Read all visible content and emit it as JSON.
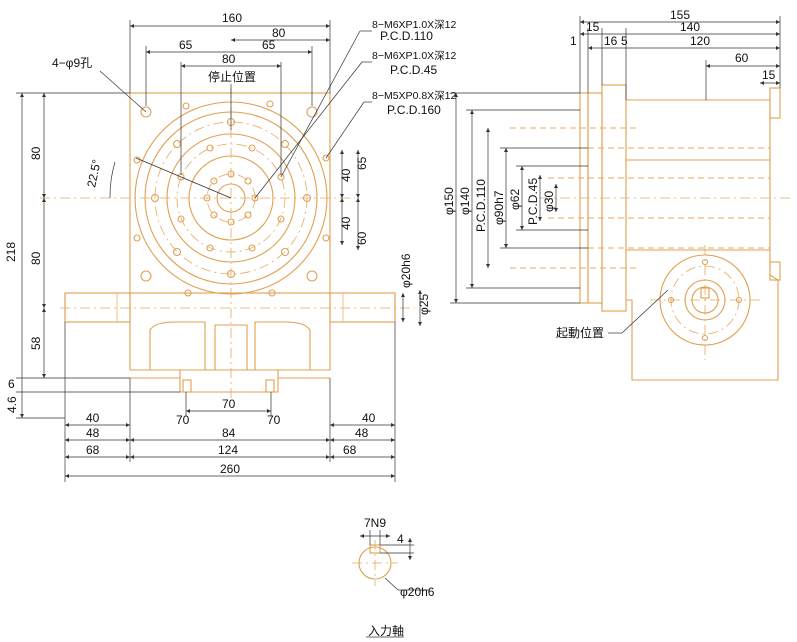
{
  "top_dims": {
    "d160": "160",
    "d65a": "65",
    "d80a": "80",
    "d65b": "65",
    "d80b": "80"
  },
  "stop_position": "停止位置",
  "hole_label": "4−φ9孔",
  "callouts": {
    "c1a": "8−M6XP1.0X深12",
    "c1b": "P.C.D.110",
    "c2a": "8−M6XP1.0X深12",
    "c2b": "P.C.D.45",
    "c3a": "8−M5XP0.8X深12",
    "c3b": "P.C.D.160"
  },
  "left_dims": {
    "h218": "218",
    "h80a": "80",
    "h80b": "80",
    "h58": "58",
    "h6": "6",
    "h46": "4.6"
  },
  "angle": "22.5°",
  "mid_dims": {
    "v65": "65",
    "v40a": "40",
    "v40b": "40",
    "v60": "60",
    "phi20h6": "φ20h6",
    "phi25": "φ25"
  },
  "bottom_dims": {
    "b70": "70",
    "b70l": "70",
    "b70r": "70",
    "b40l": "40",
    "b48l": "48",
    "b68l": "68",
    "b84": "84",
    "b124": "124",
    "b260": "260",
    "b40r": "40",
    "b48r": "48",
    "b68r": "68"
  },
  "side_dims": {
    "s155": "155",
    "s140": "140",
    "s15a": "15",
    "s1": "1",
    "s16": "16",
    "s5": "5",
    "s120": "120",
    "s60": "60",
    "s15b": "15",
    "p150": "φ150",
    "p140": "φ140",
    "pcd110": "P.C.D.110",
    "p90": "φ90h7",
    "p62": "φ62",
    "pcd45": "P.C.D.45",
    "p30": "φ30"
  },
  "start_position": "起動位置",
  "input_shaft": {
    "key": "7N9",
    "depth": "4",
    "dia": "φ20h6",
    "title": "入力軸"
  }
}
